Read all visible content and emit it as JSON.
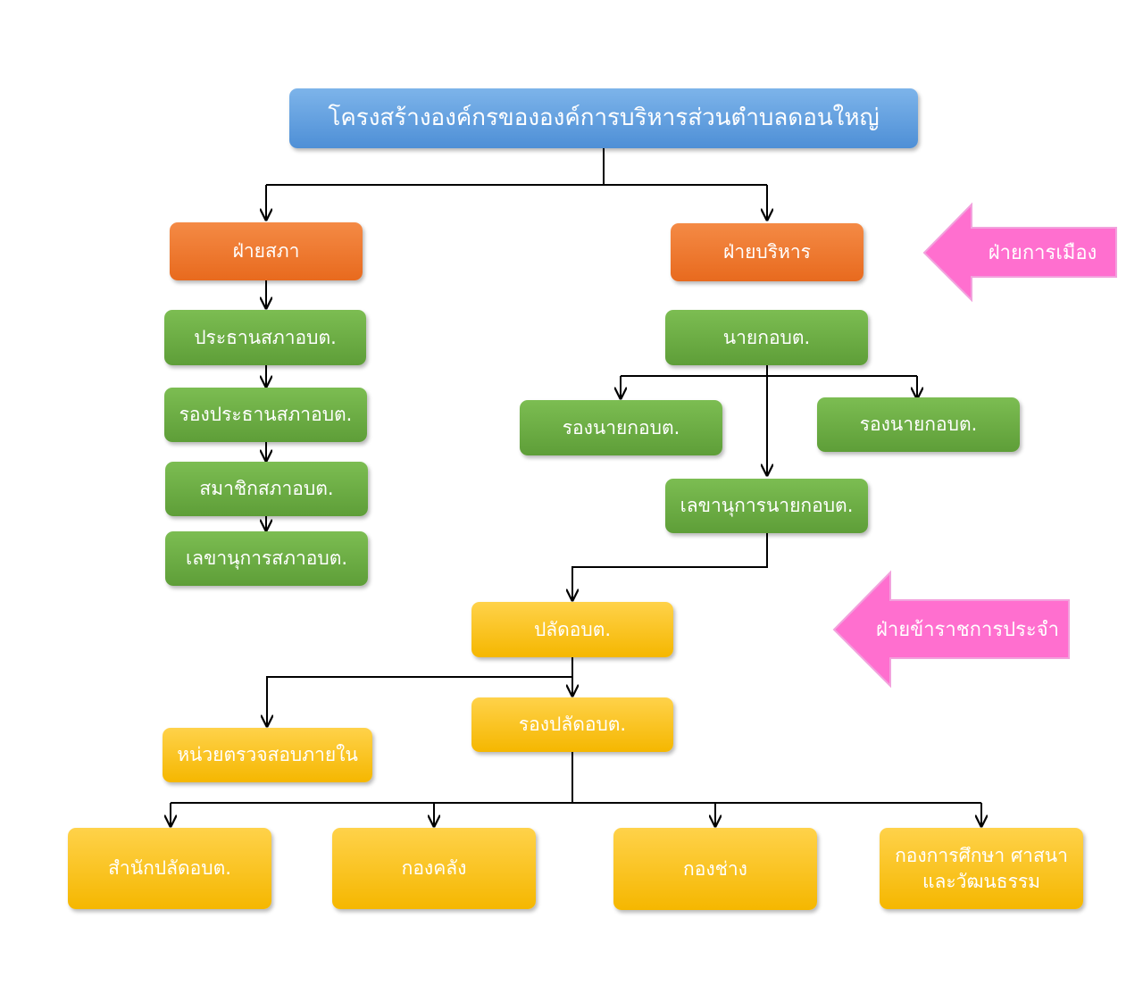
{
  "title": "โครงสร้างองค์กรขององค์การบริหารส่วนตำบลดอนใหญ่",
  "left_branch": {
    "head": "ฝ่ายสภา",
    "items": [
      "ประธานสภาอบต.",
      "รองประธานสภาอบต.",
      "สมาชิกสภาอบต.",
      "เลขานุการสภาอบต."
    ]
  },
  "right_branch": {
    "head": "ฝ่ายบริหาร",
    "mayor": "นายกอบต.",
    "deputy_left": "รองนายกอบต.",
    "deputy_right": "รองนายกอบต.",
    "secretary": "เลขานุการนายกอบต."
  },
  "political_tag": "ฝ่ายการเมือง",
  "staff_tag": "ฝ่ายข้าราชการประจำ",
  "staff": {
    "palad": "ปลัดอบต.",
    "deputy_palad": "รองปลัดอบต.",
    "audit": "หน่วยตรวจสอบภายใน",
    "divisions": {
      "office": "สำนักปลัดอบต.",
      "finance": "กองคลัง",
      "engineering": "กองช่าง",
      "education_line1": "กองการศึกษา ศาสนา",
      "education_line2": "และวัฒนธรรม"
    }
  },
  "colors": {
    "title": "#5a9be0",
    "branch_head": "#ee7530",
    "political_staff": "#6aaa44",
    "civil_staff": "#fbc520",
    "tag_arrow": "#ff6fcf",
    "connector": "#000000"
  }
}
